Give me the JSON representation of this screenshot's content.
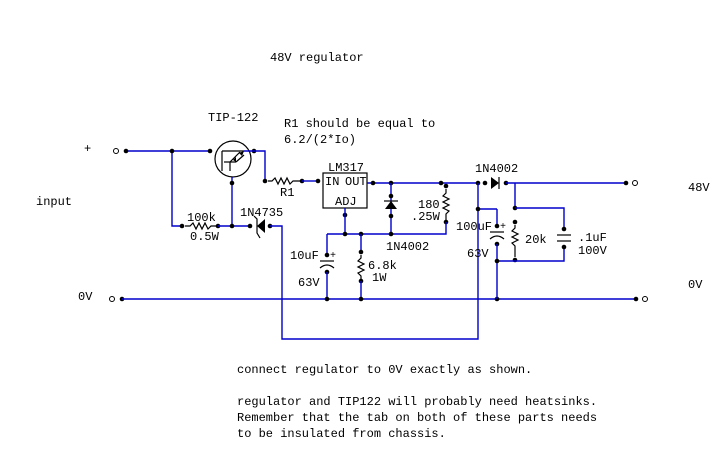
{
  "title": "48V regulator",
  "note_r1": [
    "R1 should be equal to",
    "6.2/(2*Io)"
  ],
  "terminals": {
    "plus": "+",
    "input": "input",
    "zero_in": "0V",
    "out_48v": "48V",
    "zero_out": "0V"
  },
  "components": {
    "transistor": "TIP-122",
    "r1": "R1",
    "regulator": {
      "name": "LM317",
      "in": "IN",
      "out": "OUT",
      "adj": "ADJ"
    },
    "r_100k": {
      "value": "100k",
      "power": "0.5W"
    },
    "zener": "1N4735",
    "cap_10u": {
      "value": "10uF",
      "voltage": "63V"
    },
    "r_6k8": {
      "value": "6.8k",
      "power": "1W"
    },
    "diode_reg": "1N4002",
    "r_180": {
      "value": "180",
      "power": ".25W"
    },
    "diode_out": "1N4002",
    "cap_100u": {
      "value": "100uF",
      "voltage": "63V"
    },
    "r_20k": "20k",
    "cap_01u": {
      "value": ".1uF",
      "voltage": "100V"
    }
  },
  "notes": [
    "connect regulator to 0V exactly as shown.",
    "regulator and TIP122 will probably need heatsinks.",
    "Remember that the tab on both of these parts needs",
    "to be insulated from chassis."
  ]
}
